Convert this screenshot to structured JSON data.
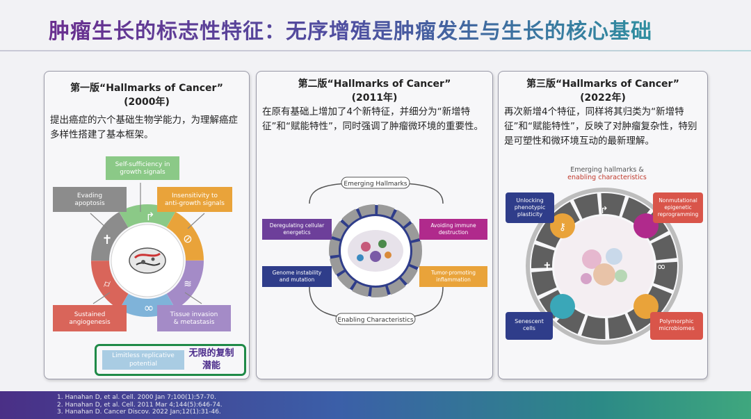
{
  "slide": {
    "title": "肿瘤生长的标志性特征：无序增殖是肿瘤发生与生长的核心基础"
  },
  "panels": [
    {
      "heading_line1": "第一版“Hallmarks of Cancer”",
      "heading_line2": "(2000年)",
      "description": "提出癌症的六个基础生物学能力，为理解癌症多样性搭建了基本框架。",
      "figure_labels": {
        "top": "Self-sufficiency in growth signals",
        "left_top": "Evading apoptosis",
        "right_top": "Insensitivity to anti-growth signals",
        "left_bottom": "Sustained angiogenesis",
        "right_bottom": "Tissue invasion & metastasis",
        "bottom": "Limitless replicative potential"
      },
      "highlight_label": "无限的复制潜能"
    },
    {
      "heading_line1": "第二版“Hallmarks of Cancer”",
      "heading_line2": "(2011年)",
      "description": "在原有基础上增加了4个新特征，并细分为“新增特征”和“赋能特性”，同时强调了肿瘤微环境的重要性。",
      "figure_labels": {
        "emerging": "Emerging Hallmarks",
        "enabling": "Enabling Characteristics",
        "left_top": "Deregulating cellular energetics",
        "right_top": "Avoiding immune destruction",
        "left_bottom": "Genome instability and mutation",
        "right_bottom": "Tumor-promoting inflammation"
      }
    },
    {
      "heading_line1": "第三版“Hallmarks of Cancer”",
      "heading_line2": "(2022年)",
      "description": "再次新增4个特征，同样将其归类为“新增特征”和“赋能特性”，反映了对肿瘤复杂性，特别是可塑性和微环境互动的最新理解。",
      "figure_labels": {
        "top": "Emerging hallmarks & enabling characteristics",
        "left_top": "Unlocking phenotypic plasticity",
        "right_top": "Nonmutational epigenetic reprogramming",
        "left_bottom": "Senescent cells",
        "right_bottom": "Polymorphic microbiomes"
      }
    }
  ],
  "references": [
    "1.    Hanahan D, et al. Cell. 2000 Jan 7;100(1):57-70.",
    "2.    Hanahan D, et al. Cell. 2011 Mar 4;144(5):646-74.",
    "3.    Hanahan D. Cancer Discov. 2022 Jan;12(1):31-46."
  ],
  "colors": {
    "title_start": "#6a2f8f",
    "title_end": "#2f8fa0",
    "highlight_border": "#1f8a48",
    "label_green": "#7cc47a",
    "label_orange": "#e9a33a",
    "label_gray": "#8c8c8c",
    "label_red": "#d9655a",
    "label_purple": "#b02a8c",
    "label_navy": "#2f3d8a",
    "label_blue": "#a9cce3"
  },
  "icons": [
    "growth-arrow-icon",
    "inhibit-icon",
    "cross-icon",
    "vessel-icon",
    "infinity-icon",
    "invasion-icon",
    "cancer-cell-icon"
  ]
}
